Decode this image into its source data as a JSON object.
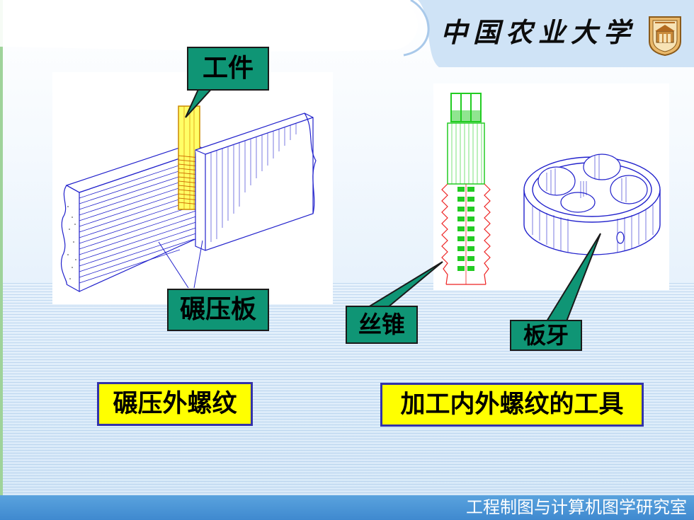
{
  "header": {
    "university_name": "中国农业大学",
    "emblem_icon": "university-emblem-icon"
  },
  "left_figure": {
    "workpiece_label": "工件",
    "roller_plate_label": "碾压板",
    "caption": "碾压外螺纹"
  },
  "right_figure": {
    "tap_label": "丝锥",
    "die_label": "板牙",
    "caption": "加工内外螺纹的工具"
  },
  "footer": {
    "text": "工程制图与计算机图学研究室"
  },
  "colors": {
    "callout_green": "#0f9575",
    "caption_yellow": "#ffff00",
    "caption_border": "#3333aa",
    "drawing_line": "#2222cc",
    "tap_shank": "#22cc22",
    "tap_thread": "#ee2222",
    "footer_blue": "#3f89cf"
  }
}
